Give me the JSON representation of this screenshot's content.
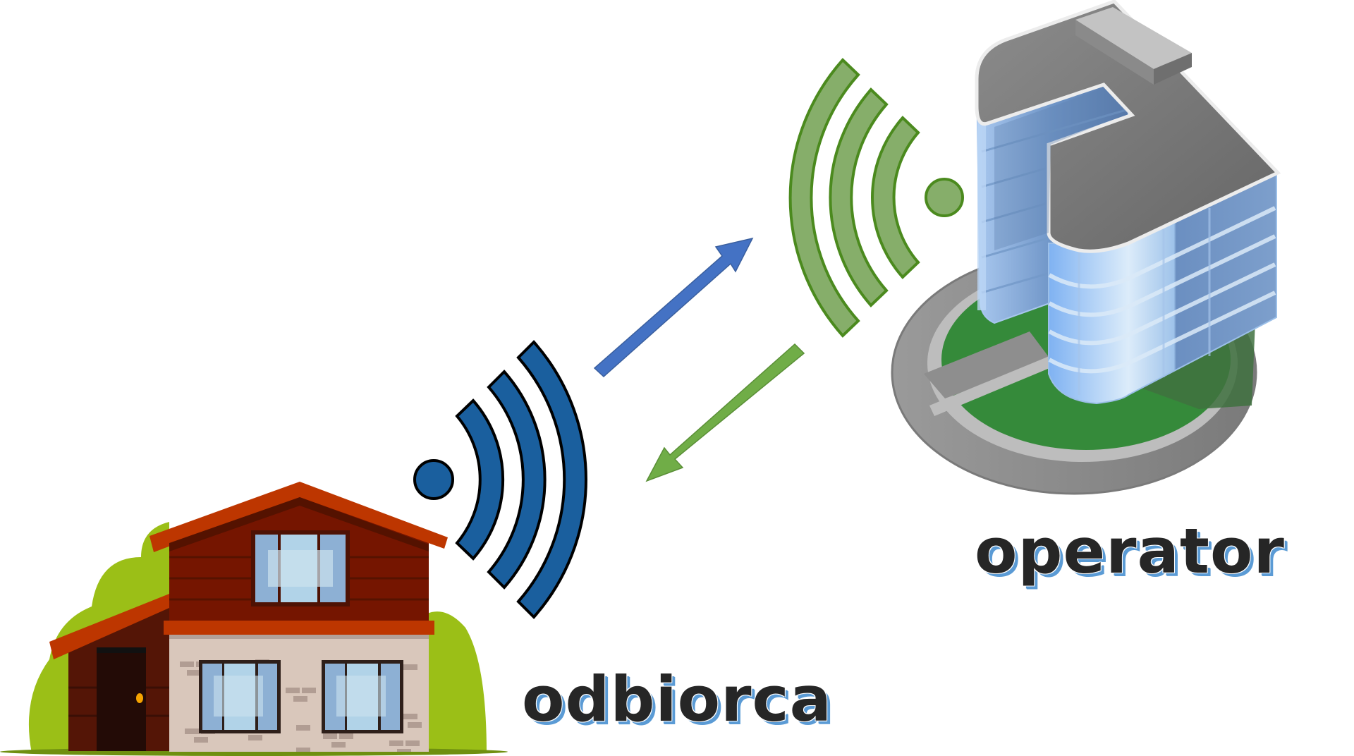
{
  "diagram": {
    "type": "wireless-communication",
    "labels": {
      "operator": "operator",
      "receiver": "odbiorca"
    },
    "nodes": [
      {
        "id": "receiver",
        "label": "odbiorca",
        "icon": "house-icon",
        "signal_color": "#1a5f9e"
      },
      {
        "id": "operator",
        "label": "operator",
        "icon": "office-building-icon",
        "signal_color": "#86ae6a"
      }
    ],
    "edges": [
      {
        "from": "receiver",
        "to": "operator",
        "color": "#4472c4",
        "direction": "up-right"
      },
      {
        "from": "operator",
        "to": "receiver",
        "color": "#70ad47",
        "direction": "down-left"
      }
    ],
    "colors": {
      "text": "#262626",
      "text_shadow": "#5b9bd5",
      "blue_signal": "#1a5f9e",
      "green_signal": "#86ae6a",
      "green_signal_stroke": "#4b8a1e",
      "blue_arrow": "#4472c4",
      "green_arrow": "#70ad47"
    }
  }
}
